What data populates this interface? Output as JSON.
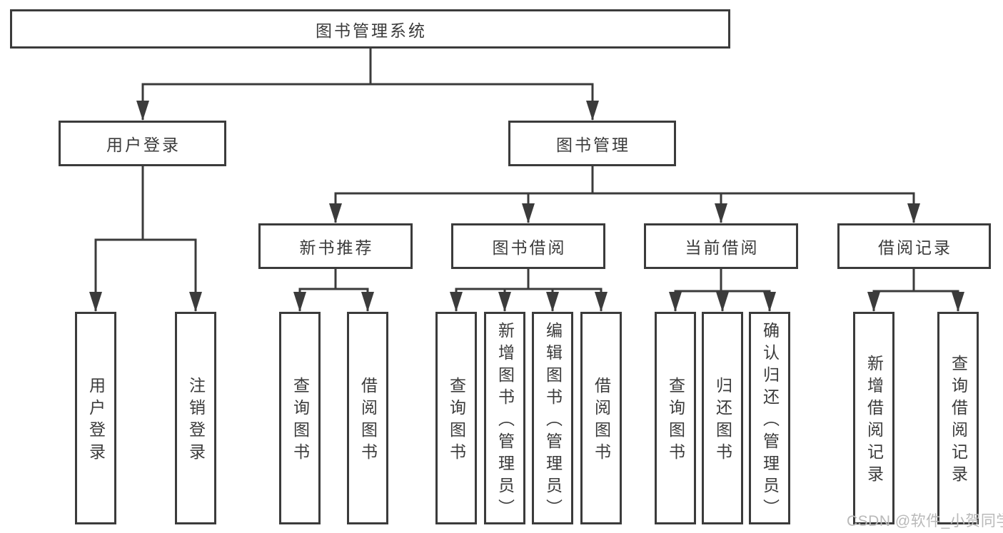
{
  "tree": {
    "root": "图书管理系统",
    "level2": [
      {
        "id": "user-login",
        "label": "用户登录",
        "parent": "root"
      },
      {
        "id": "book-mgmt",
        "label": "图书管理",
        "parent": "root"
      }
    ],
    "level3": [
      {
        "id": "new-books",
        "label": "新书推荐",
        "parent": "book-mgmt"
      },
      {
        "id": "book-borrow",
        "label": "图书借阅",
        "parent": "book-mgmt"
      },
      {
        "id": "current-borrow",
        "label": "当前借阅",
        "parent": "book-mgmt"
      },
      {
        "id": "borrow-records",
        "label": "借阅记录",
        "parent": "book-mgmt"
      }
    ],
    "leaves": [
      {
        "label": "用户登录",
        "parent": "user-login"
      },
      {
        "label": "注销登录",
        "parent": "user-login"
      },
      {
        "label": "查询图书",
        "parent": "new-books"
      },
      {
        "label": "借阅图书",
        "parent": "new-books"
      },
      {
        "label": "查询图书",
        "parent": "book-borrow"
      },
      {
        "label": "新增图书（管理员）",
        "parent": "book-borrow"
      },
      {
        "label": "编辑图书（管理员）",
        "parent": "book-borrow"
      },
      {
        "label": "借阅图书",
        "parent": "book-borrow"
      },
      {
        "label": "查询图书",
        "parent": "current-borrow"
      },
      {
        "label": "归还图书",
        "parent": "current-borrow"
      },
      {
        "label": "确认归还（管理员）",
        "parent": "current-borrow"
      },
      {
        "label": "新增借阅记录",
        "parent": "borrow-records"
      },
      {
        "label": "查询借阅记录",
        "parent": "borrow-records"
      }
    ]
  },
  "watermark": "CSDN @软件_小贺同学",
  "colors": {
    "line": "#3b3b3b",
    "text": "#3b3b3b",
    "watermark": "#b9b9b9",
    "background": "#ffffff"
  }
}
